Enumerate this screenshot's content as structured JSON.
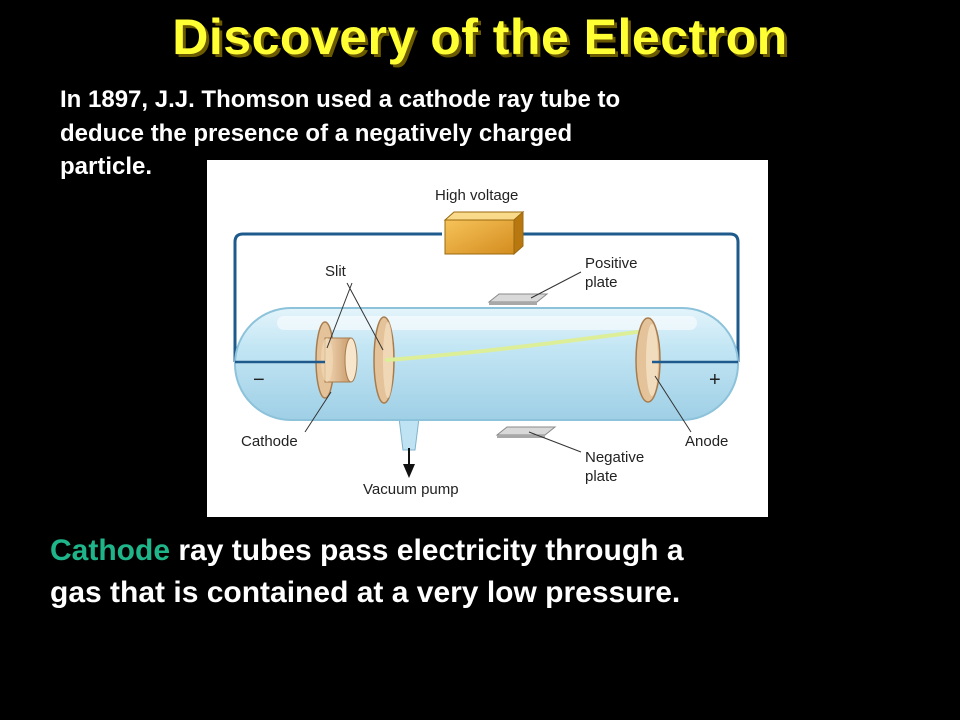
{
  "slide": {
    "title": "Discovery of the Electron",
    "intro_line1": "In 1897, J.J. Thomson used a cathode ray tube to",
    "intro_line2": "deduce the presence of a negatively charged",
    "intro_line3": "particle.",
    "caption_highlight": "Cathode",
    "caption_line1_rest": " ray tubes pass electricity through a",
    "caption_line2": "gas that is contained at a very low pressure."
  },
  "diagram": {
    "labels": {
      "high_voltage": "High voltage",
      "slit": "Slit",
      "positive_plate_1": "Positive",
      "positive_plate_2": "plate",
      "negative_terminal": "−",
      "positive_terminal": "+",
      "cathode": "Cathode",
      "anode": "Anode",
      "negative_plate_1": "Negative",
      "negative_plate_2": "plate",
      "vacuum_pump": "Vacuum pump"
    }
  },
  "colors": {
    "title": "#FFFF33",
    "accent": "#1FB58A",
    "text": "#FFFFFF",
    "background": "#000000",
    "wire": "#1E5A8C",
    "tube": "#BFE3F2",
    "beam": "#DDEE99",
    "power_supply": "#E8A93A"
  }
}
